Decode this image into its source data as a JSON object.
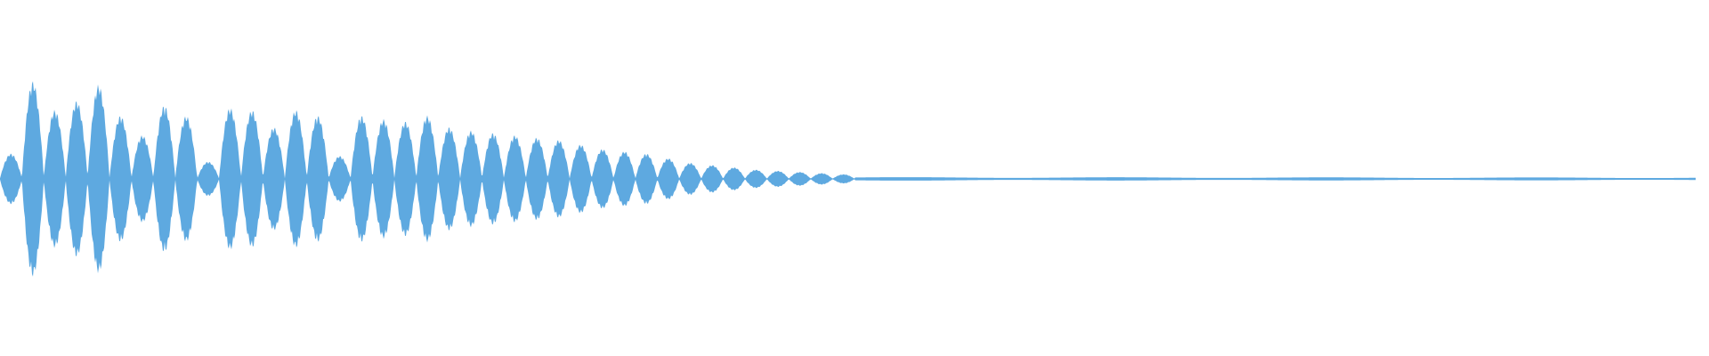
{
  "waveform": {
    "color": "#5EA9E0",
    "background": "#FFFFFF",
    "envelope": {
      "max_amplitude": 1.0,
      "early_peaks": [
        0.22,
        0.85,
        0.6,
        0.68,
        0.82,
        0.55,
        0.38,
        0.64,
        0.55,
        0.15,
        0.62,
        0.6,
        0.45,
        0.6,
        0.55,
        0.2,
        0.55,
        0.52,
        0.5,
        0.55,
        0.45,
        0.42,
        0.4,
        0.38,
        0.36,
        0.34,
        0.3,
        0.26,
        0.24,
        0.22,
        0.18,
        0.14,
        0.12,
        0.1,
        0.08,
        0.07,
        0.06,
        0.05,
        0.04
      ],
      "tail_level": 0.015
    }
  }
}
